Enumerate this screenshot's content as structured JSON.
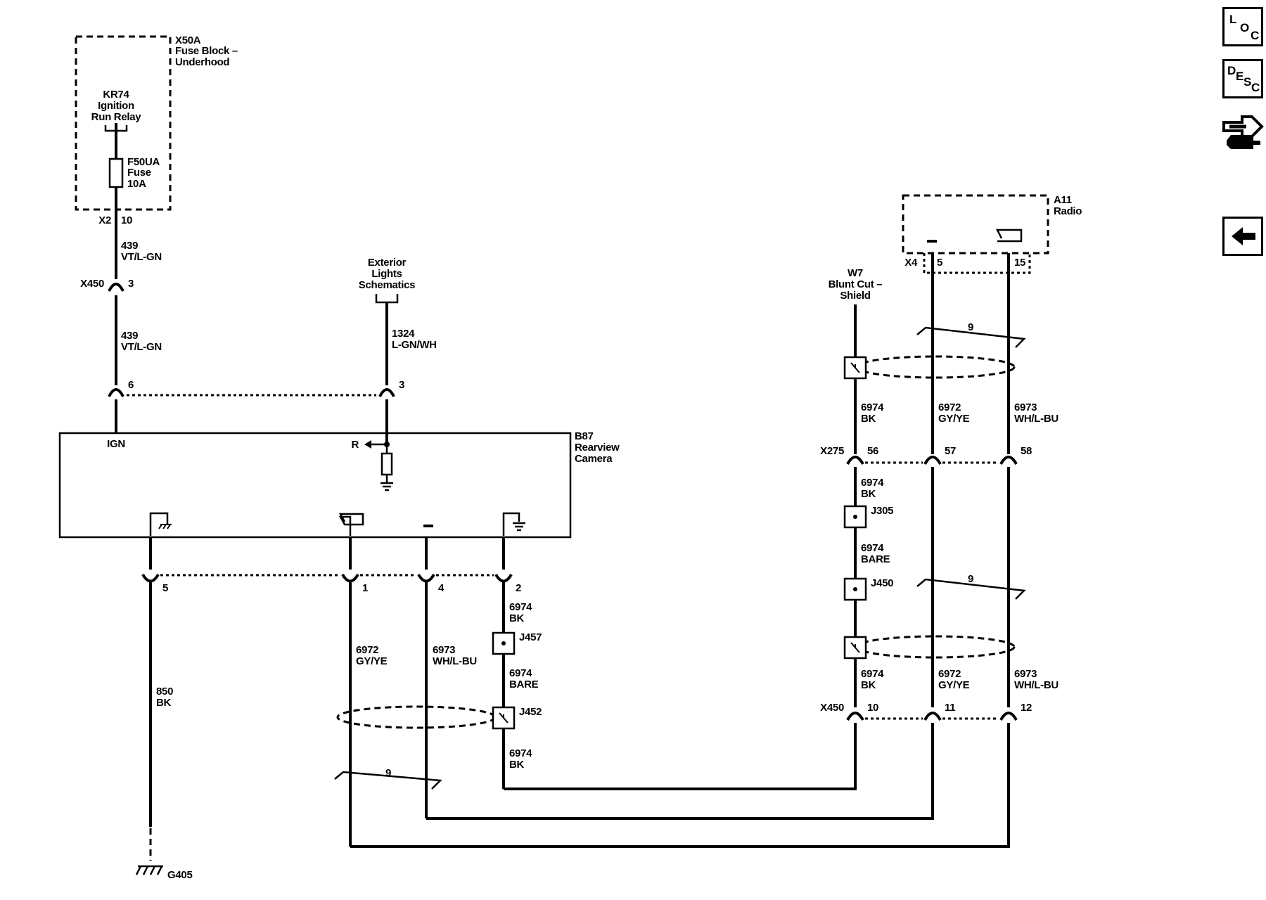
{
  "components": {
    "fuse_block": {
      "id": "X50A",
      "name_line1": "Fuse Block –",
      "name_line2": "Underhood"
    },
    "relay": {
      "id": "KR74",
      "name_line1": "Ignition",
      "name_line2": "Run Relay"
    },
    "fuse": {
      "id": "F50UA",
      "name": "Fuse",
      "rating": "10A"
    },
    "radio": {
      "id": "A11",
      "name": "Radio"
    },
    "camera": {
      "id": "B87",
      "name_line1": "Rearview",
      "name_line2": "Camera",
      "pin_ign": "IGN",
      "pin_r": "R"
    },
    "blunt_cut": {
      "id": "W7",
      "name_line1": "Blunt Cut –",
      "name_line2": "Shield"
    },
    "ext_lights": {
      "line1": "Exterior",
      "line2": "Lights",
      "line3": "Schematics"
    },
    "ground": {
      "id": "G405"
    }
  },
  "connectors": {
    "x2": "X2",
    "x2_pin": "10",
    "x450_top": "X450",
    "x450_top_pin": "3",
    "cam_ign_pin": "6",
    "cam_r_pin": "3",
    "cam_pins": [
      "5",
      "1",
      "4",
      "2"
    ],
    "x4": "X4",
    "x4_pin_a": "5",
    "x4_pin_b": "15",
    "x275": "X275",
    "x275_pins": [
      "56",
      "57",
      "58"
    ],
    "x450_bot": "X450",
    "x450_bot_pins": [
      "10",
      "11",
      "12"
    ]
  },
  "splices": {
    "j305": "J305",
    "j450": "J450",
    "j457": "J457",
    "j452": "J452"
  },
  "twist": {
    "label": "9"
  },
  "wires": {
    "w439a": {
      "circuit": "439",
      "color": "VT/L-GN"
    },
    "w439b": {
      "circuit": "439",
      "color": "VT/L-GN"
    },
    "w1324": {
      "circuit": "1324",
      "color": "L-GN/WH"
    },
    "w850": {
      "circuit": "850",
      "color": "BK"
    },
    "w6972_cam": {
      "circuit": "6972",
      "color": "GY/YE"
    },
    "w6973_cam": {
      "circuit": "6973",
      "color": "WH/L-BU"
    },
    "w6974_cam_a": {
      "circuit": "6974",
      "color": "BK"
    },
    "w6974_cam_b": {
      "circuit": "6974",
      "color": "BARE"
    },
    "w6974_cam_c": {
      "circuit": "6974",
      "color": "BK"
    },
    "w6974_r1": {
      "circuit": "6974",
      "color": "BK"
    },
    "w6972_r1": {
      "circuit": "6972",
      "color": "GY/YE"
    },
    "w6973_r1": {
      "circuit": "6973",
      "color": "WH/L-BU"
    },
    "w6974_r2": {
      "circuit": "6974",
      "color": "BK"
    },
    "w6974_r3": {
      "circuit": "6974",
      "color": "BARE"
    },
    "w6974_r4": {
      "circuit": "6974",
      "color": "BK"
    },
    "w6972_r4": {
      "circuit": "6972",
      "color": "GY/YE"
    },
    "w6973_r4": {
      "circuit": "6973",
      "color": "WH/L-BU"
    }
  },
  "sidebar": {
    "loc": {
      "l1": "L",
      "l2": "O",
      "l3": "C"
    },
    "desc": {
      "l1": "D",
      "l2": "E",
      "l3": "S",
      "l4": "C"
    }
  }
}
